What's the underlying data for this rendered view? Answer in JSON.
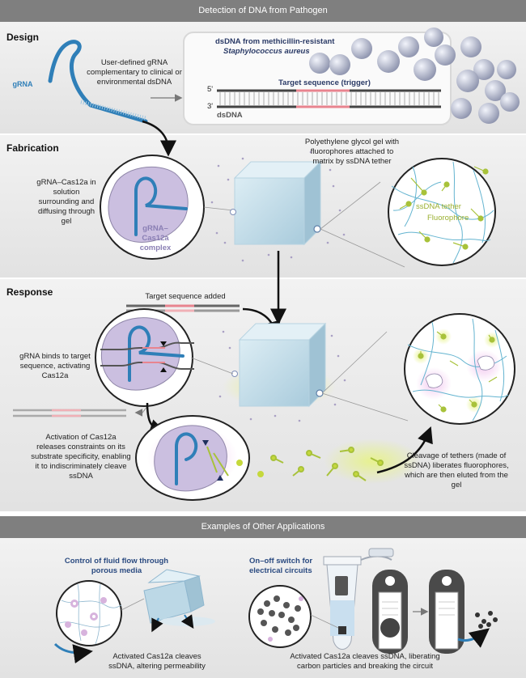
{
  "title": "Detection of DNA from Pathogen",
  "design": {
    "label": "Design",
    "grna_label": "gRNA",
    "user_text": "User-defined gRNA complementary to clinical or environmental dsDNA",
    "dsdna_title": "dsDNA from methicillin-resistant",
    "organism": "Staphylococcus aureus",
    "target_label": "Target sequence (trigger)",
    "five_prime": "5'",
    "three_prime": "3'",
    "dsdna_label": "dsDNA"
  },
  "fabrication": {
    "label": "Fabrication",
    "grna_cas_text": "gRNA–Cas12a in solution surrounding and diffusing through gel",
    "complex_label": "gRNA–Cas12a complex",
    "peg_text": "Polyethylene glycol gel with fluorophores attached to matrix by ssDNA tether",
    "tether_label": "ssDNA tether",
    "fluorophore_label": "Fluorophore"
  },
  "response": {
    "label": "Response",
    "target_added": "Target sequence added",
    "binds_text": "gRNA binds to target sequence, activating Cas12a",
    "activation_text": "Activation of Cas12a releases constraints on its substrate specificity, enabling it to indiscriminately cleave ssDNA",
    "cleavage_text": "Cleavage of tethers (made of ssDNA) liberates fluorophores, which are then eluted from the gel"
  },
  "examples": {
    "title": "Examples of Other Applications",
    "fluid_title": "Control of fluid flow through porous media",
    "fluid_caption": "Activated Cas12a cleaves ssDNA, altering permeability",
    "switch_title": "On–off switch for electrical circuits",
    "switch_caption": "Activated Cas12a cleaves ssDNA, liberating carbon particles and breaking the circuit"
  },
  "colors": {
    "grna_blue": "#2f7fb8",
    "target_pink": "#e8848f",
    "fluor_green": "#a8c23a",
    "gel_blue": "#bcd8e6",
    "cas_purple": "#cbbfe0"
  }
}
